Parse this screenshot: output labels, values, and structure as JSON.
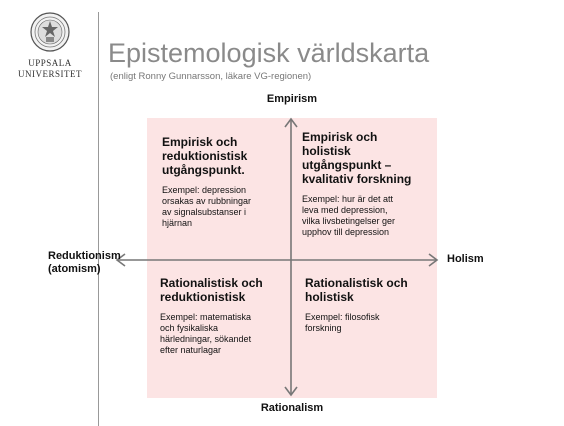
{
  "logo": {
    "line1": "UPPSALA",
    "line2": "UNIVERSITET"
  },
  "title": "Epistemologisk världskarta",
  "subtitle": "(enligt Ronny Gunnarsson, läkare VG-regionen)",
  "axes": {
    "top": "Empirism",
    "bottom": "Rationalism",
    "left": [
      "Reduktionism",
      "(atomism)"
    ],
    "right": "Holism"
  },
  "quadrants": {
    "top_left": {
      "title": [
        "Empirisk och",
        "reduktionistisk",
        "utgångspunkt."
      ],
      "example": [
        "Exempel: depression",
        "orsakas av rubbningar",
        "av signalsubstanser i",
        "hjärnan"
      ]
    },
    "top_right": {
      "title": [
        "Empirisk och",
        "holistisk",
        "utgångspunkt –",
        "kvalitativ forskning"
      ],
      "example": [
        "Exempel: hur är det att",
        "leva med depression,",
        "vilka livsbetingelser ger",
        "upphov till depression"
      ]
    },
    "bottom_left": {
      "title": [
        "Rationalistisk och",
        "reduktionistisk"
      ],
      "example": [
        "Exempel: matematiska",
        "och fysikaliska",
        "härledningar, sökandet",
        "efter naturlagar"
      ]
    },
    "bottom_right": {
      "title": [
        "Rationalistisk och",
        "holistisk"
      ],
      "example": [
        "Exempel: filosofisk",
        "forskning"
      ]
    }
  },
  "colors": {
    "quadrant_background": "#fce4e4",
    "axis": "#777777",
    "title": "#8a8a8a"
  }
}
